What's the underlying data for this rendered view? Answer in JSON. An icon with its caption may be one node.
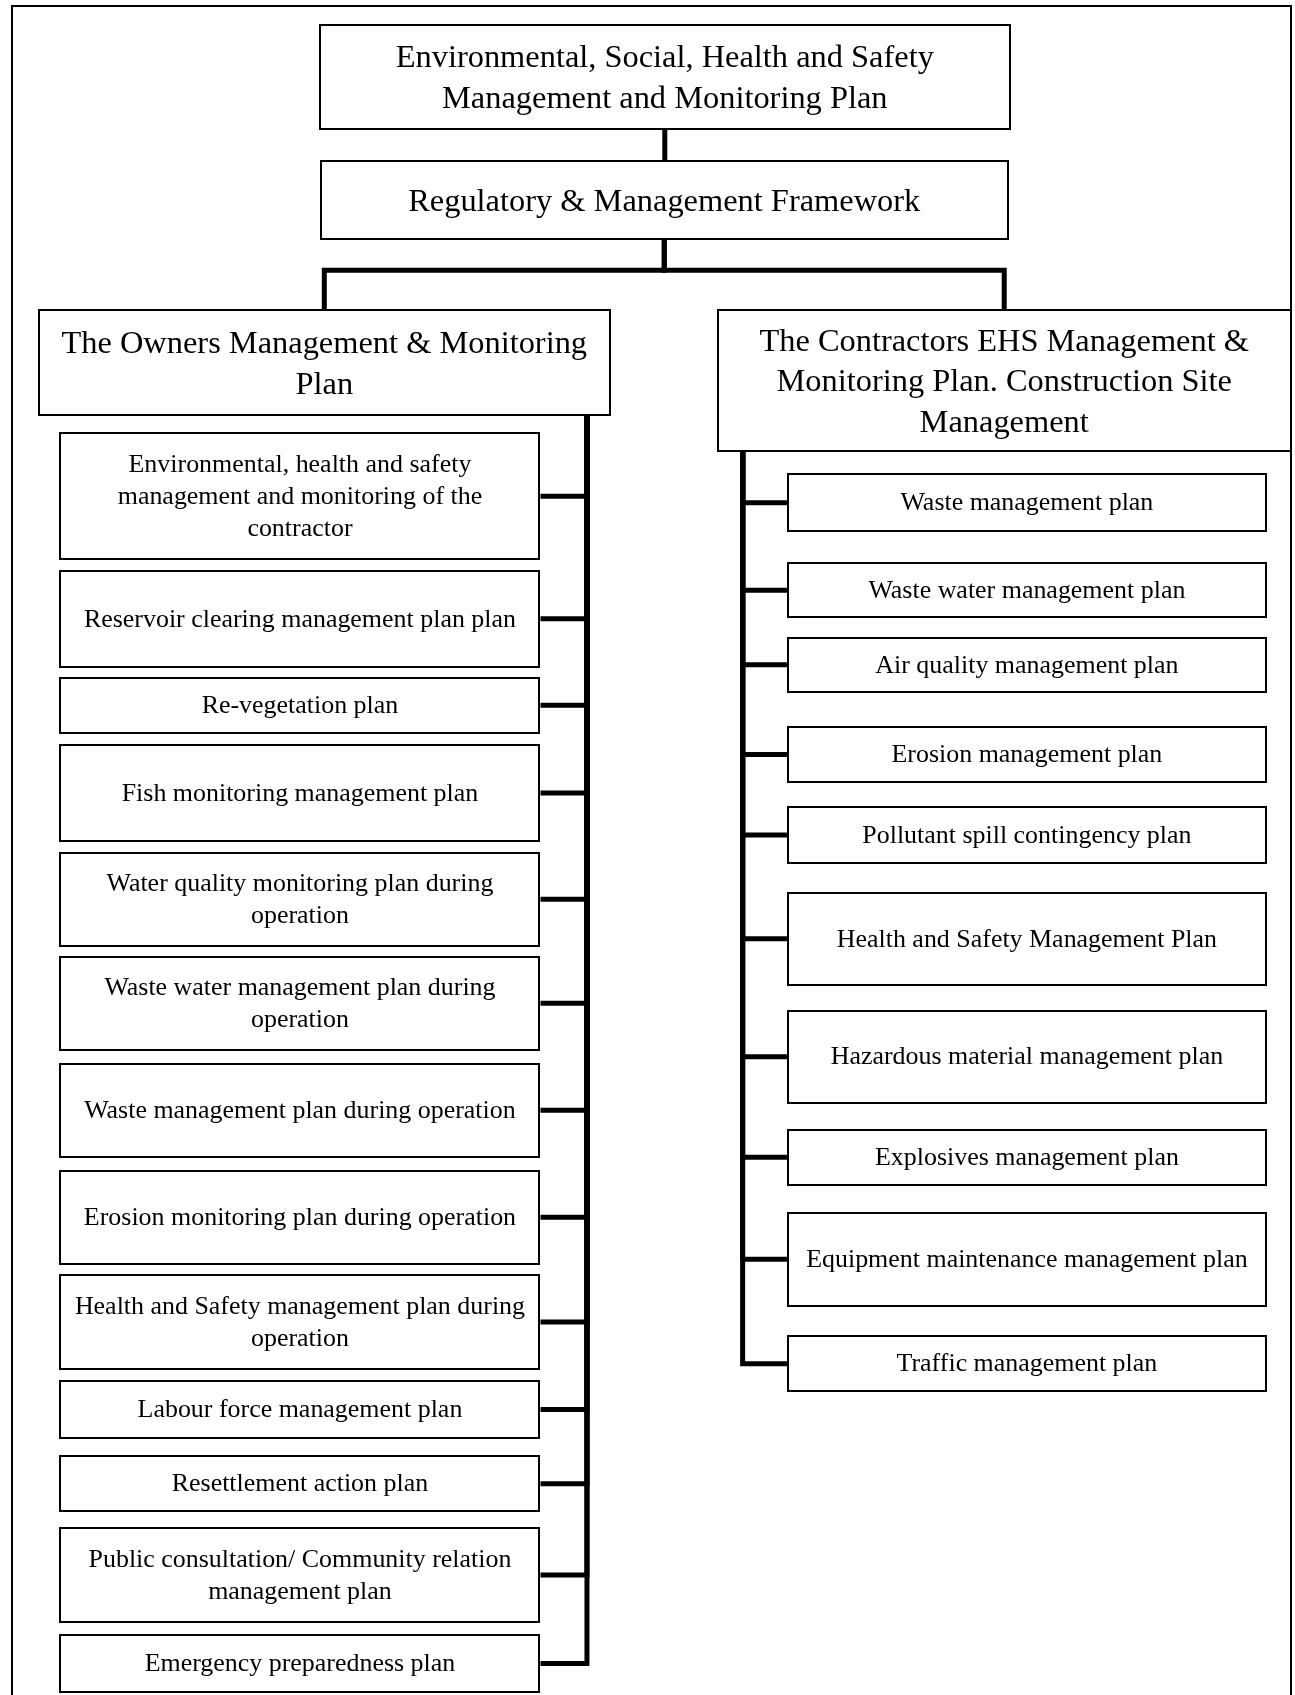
{
  "diagram": {
    "nodes": [
      {
        "text": [
          "Environmental, Social, Health and Safety Management and Monitoring Plan"
        ]
      },
      {
        "text": [
          "Regulatory & Management Framework"
        ]
      },
      {
        "text": [
          "The Owners Management & Monitoring Plan"
        ]
      },
      {
        "text": [
          "The Contractors EHS Management & Monitoring Plan. Construction Site Management"
        ]
      },
      {
        "text": [
          "Environmental, health and safety management and monitoring of the contractor"
        ]
      },
      {
        "text": [
          "Reservoir clearing management plan plan"
        ]
      },
      {
        "text": [
          "Re-vegetation plan"
        ]
      },
      {
        "text": [
          "Fish monitoring management plan"
        ]
      },
      {
        "text": [
          "Water quality monitoring plan during operation"
        ]
      },
      {
        "text": [
          "Waste water management plan during operation"
        ]
      },
      {
        "text": [
          "Waste management plan during operation"
        ]
      },
      {
        "text": [
          "Erosion monitoring plan during operation"
        ]
      },
      {
        "text": [
          "Health and Safety management plan during operation"
        ]
      },
      {
        "text": [
          "Labour force management plan"
        ]
      },
      {
        "text": [
          "Resettlement action plan"
        ]
      },
      {
        "text": [
          "Public consultation/ Community relation management plan"
        ]
      },
      {
        "text": [
          "Emergency preparedness plan"
        ]
      },
      {
        "text": [
          "Waste management plan"
        ]
      },
      {
        "text": [
          "Waste water management plan"
        ]
      },
      {
        "text": [
          "Air quality management plan"
        ]
      },
      {
        "text": [
          "Erosion management plan"
        ]
      },
      {
        "text": [
          "Pollutant spill contingency plan"
        ]
      },
      {
        "text": [
          "Health and Safety Management Plan"
        ]
      },
      {
        "text": [
          "Hazardous material management plan"
        ]
      },
      {
        "text": [
          "Explosives management plan"
        ]
      },
      {
        "text": [
          "Equipment maintenance management plan"
        ]
      },
      {
        "text": [
          "Traffic management plan"
        ]
      }
    ],
    "edges": [
      {
        "from": 0,
        "to": 1,
        "arrow": "none"
      },
      {
        "from": 1,
        "to": 2,
        "arrow": "none"
      },
      {
        "from": 1,
        "to": 3,
        "arrow": "none"
      },
      {
        "from": 2,
        "to": 4,
        "arrow": "none"
      },
      {
        "from": 2,
        "to": 5,
        "arrow": "none"
      },
      {
        "from": 2,
        "to": 6,
        "arrow": "none"
      },
      {
        "from": 2,
        "to": 7,
        "arrow": "none"
      },
      {
        "from": 2,
        "to": 8,
        "arrow": "none"
      },
      {
        "from": 2,
        "to": 9,
        "arrow": "none"
      },
      {
        "from": 2,
        "to": 10,
        "arrow": "none"
      },
      {
        "from": 2,
        "to": 11,
        "arrow": "none"
      },
      {
        "from": 2,
        "to": 12,
        "arrow": "none"
      },
      {
        "from": 2,
        "to": 13,
        "arrow": "none"
      },
      {
        "from": 2,
        "to": 14,
        "arrow": "none"
      },
      {
        "from": 2,
        "to": 15,
        "arrow": "none"
      },
      {
        "from": 2,
        "to": 16,
        "arrow": "none"
      },
      {
        "from": 3,
        "to": 17,
        "arrow": "none"
      },
      {
        "from": 3,
        "to": 18,
        "arrow": "none"
      },
      {
        "from": 3,
        "to": 19,
        "arrow": "none"
      },
      {
        "from": 3,
        "to": 20,
        "arrow": "none"
      },
      {
        "from": 3,
        "to": 21,
        "arrow": "none"
      },
      {
        "from": 3,
        "to": 22,
        "arrow": "none"
      },
      {
        "from": 3,
        "to": 23,
        "arrow": "none"
      },
      {
        "from": 3,
        "to": 24,
        "arrow": "none"
      },
      {
        "from": 3,
        "to": 25,
        "arrow": "none"
      },
      {
        "from": 3,
        "to": 26,
        "arrow": "none"
      }
    ]
  }
}
